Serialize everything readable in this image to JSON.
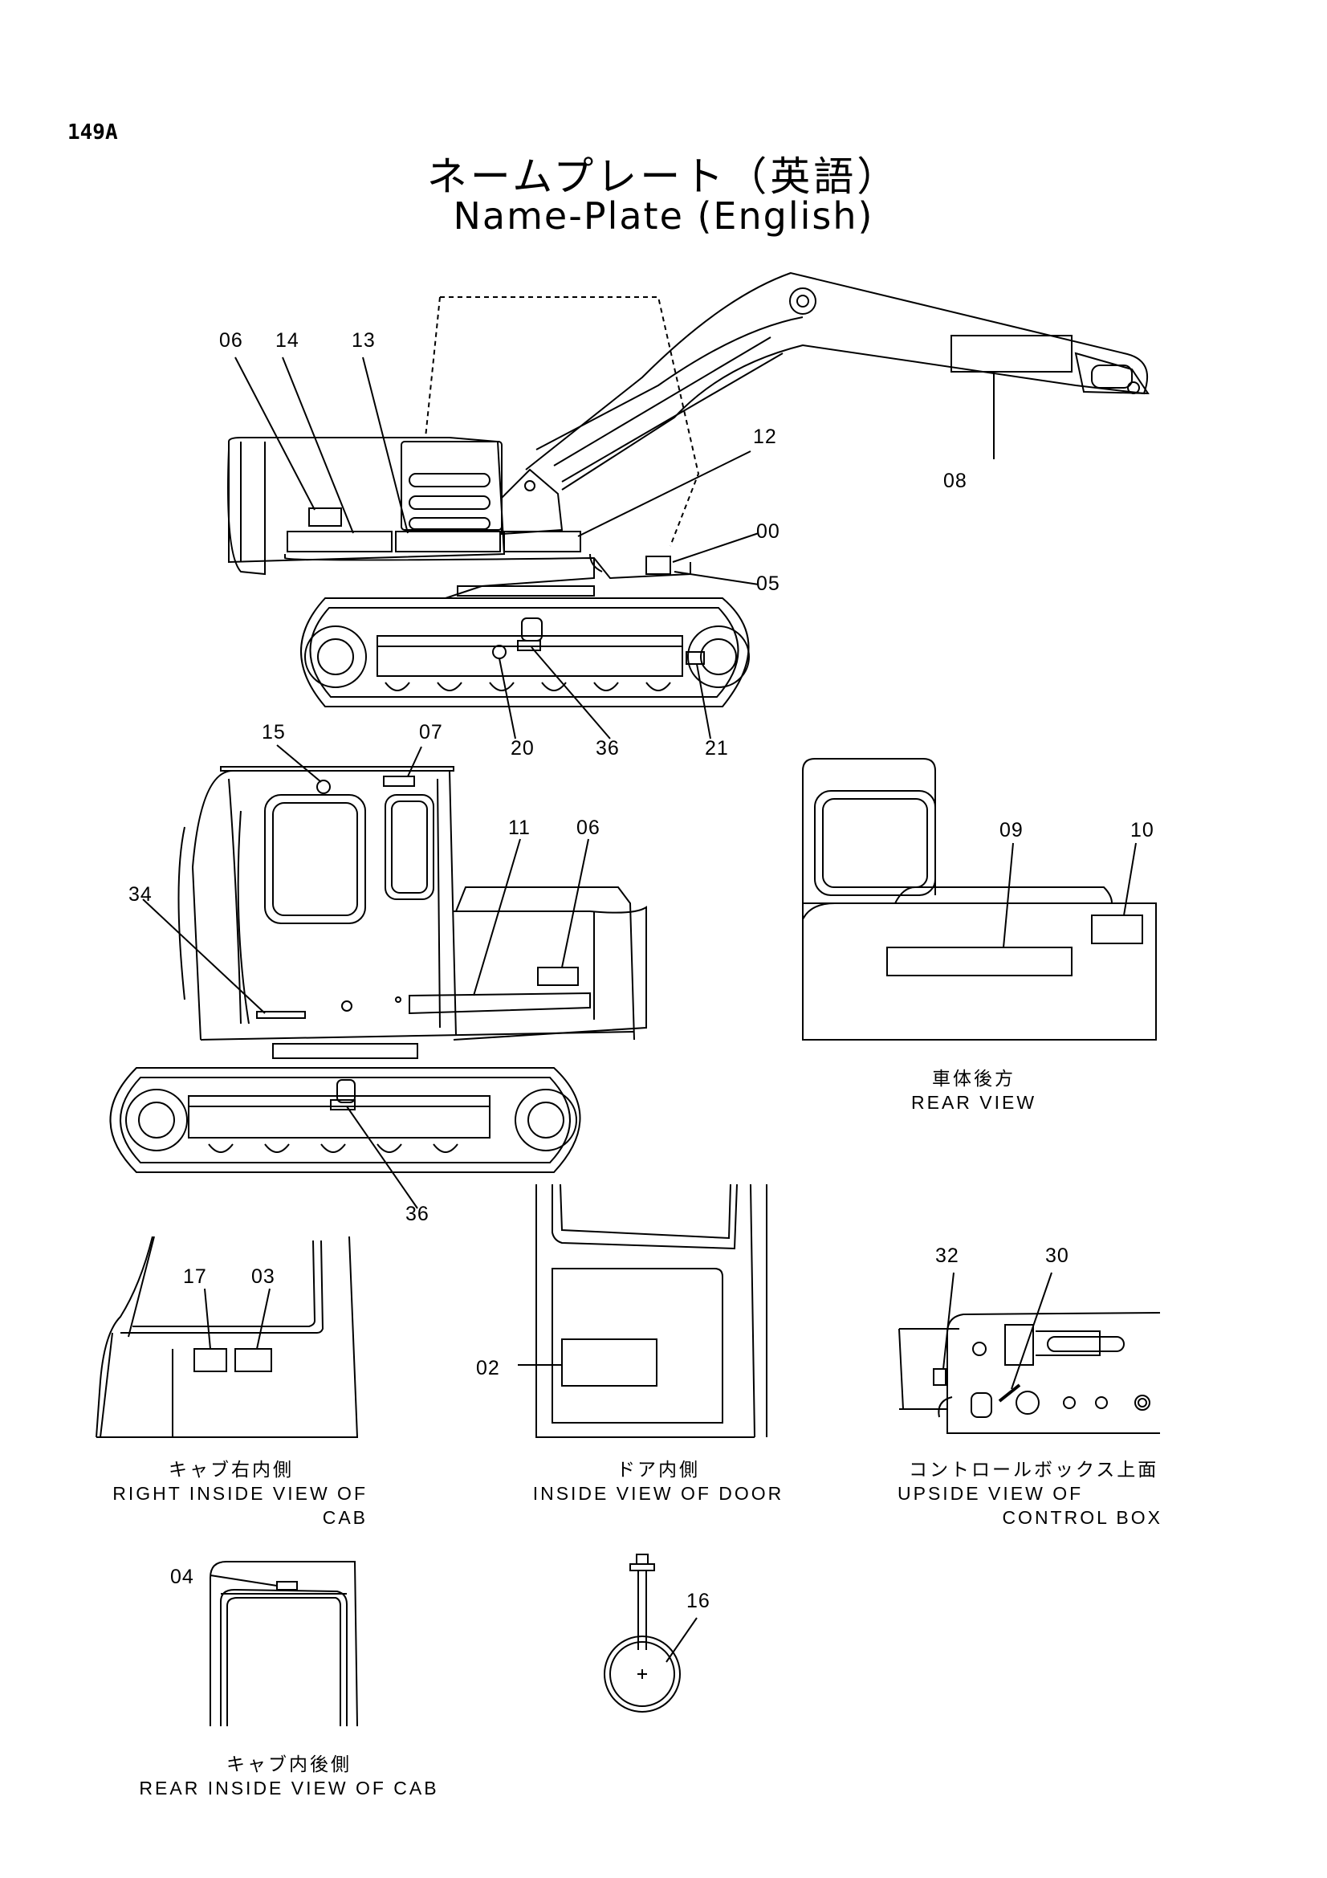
{
  "page_number": "149A",
  "title_jp": "ネームプレート（英語）",
  "title_en": "Name-Plate (English)",
  "callouts": [
    "06",
    "14",
    "13",
    "12",
    "08",
    "00",
    "05",
    "20",
    "36",
    "21",
    "15",
    "07",
    "11",
    "06",
    "34",
    "09",
    "10",
    "36",
    "17",
    "03",
    "02",
    "32",
    "30",
    "04",
    "16"
  ],
  "captions": {
    "rear_view": {
      "jp": "車体後方",
      "en": "REAR VIEW"
    },
    "right_inside_cab": {
      "jp": "キャブ右内側",
      "en1": "RIGHT INSIDE VIEW OF",
      "en2": "CAB"
    },
    "inside_door": {
      "jp": "ドア内側",
      "en": "INSIDE VIEW OF DOOR"
    },
    "control_box": {
      "jp": "コントロールボックス上面",
      "en1": "UPSIDE VIEW OF",
      "en2": "CONTROL BOX"
    },
    "rear_inside_cab": {
      "jp": "キャブ内後側",
      "en": "REAR INSIDE VIEW OF CAB"
    }
  }
}
